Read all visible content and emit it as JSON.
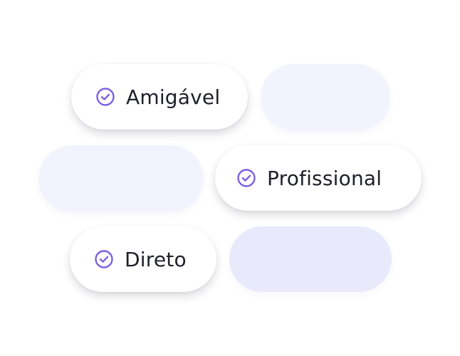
{
  "accent_color": "#7b61e4",
  "options": [
    {
      "label": "Amigável",
      "selected": true,
      "icon": "check-circle-icon"
    },
    {
      "label": "Profissional",
      "selected": true,
      "icon": "check-circle-icon"
    },
    {
      "label": "Direto",
      "selected": true,
      "icon": "check-circle-icon"
    }
  ]
}
